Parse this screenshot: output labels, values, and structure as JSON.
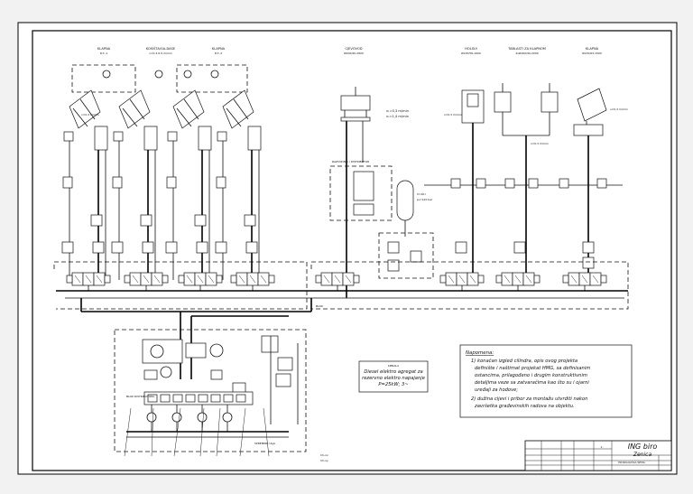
{
  "columns": [
    {
      "title": "KLAPNA",
      "sub": "R.T.-1"
    },
    {
      "title": "KOSIŠTA/GA-DASE",
      "sub": "v=0,3-0,5 m/min"
    },
    {
      "title": "KLAPNA",
      "sub": "R.T.-2"
    },
    {
      "title": "CJEVOVOD",
      "sub": "Ø200/90-2600"
    },
    {
      "title": "HOLSUI",
      "sub": "Ø125/56-1600"
    },
    {
      "title": "TABLASTI ZA KLAPNOM",
      "sub": "2xØ160/90-2000"
    },
    {
      "title": "KLAPNA",
      "sub": "Ø125/63-1500"
    }
  ],
  "annotations": {
    "speed_1": "v=0,3 m/min",
    "speed_2": "v=0,3 m/min",
    "speed_3": "v=0,3 m/min",
    "speed_4": "v=0,3 m/min",
    "piston_v1": "v₁=0,3 m/min",
    "piston_v2": "v₂=1,4 m/min",
    "accum_v": "V=40 l",
    "accum_p": "p₀=120 bar",
    "distrib_label": "RAZVODNIK / DISTRIBUTOR",
    "block_label": "BLOK",
    "group_label": "BLOK DISTRIBUTORA",
    "tank_label": "SPREMNIK ULJA"
  },
  "diesel_box": {
    "title": "SPIRALA",
    "lines": [
      "Diesel elektro agregat za",
      "rezervno elektro napajanje",
      "P=25kW; 3~"
    ]
  },
  "notes": {
    "title": "Napomena:",
    "lines": [
      "1) konačan izgled cilindra, opis ovog projekta",
      "definište i naštimat projekat HMG, sa definisanim",
      "ostancima, prilagođeno i drugim konstruktivnim",
      "detaljima veze sa zatvaračima kao što su i ojarni",
      "uređaji za hodove;",
      "2) dužina cijevi i pribor za montažu utvrditi nakon",
      "završetka građevinskih radova na objektu."
    ]
  },
  "title_block": {
    "company": "ING biro",
    "city": "Zenica",
    "scale": "1:",
    "desc": "HIDRAULIČKA ŠEMA"
  },
  "colors": {
    "company": "#1a3bd6",
    "city": "#c010c0"
  }
}
